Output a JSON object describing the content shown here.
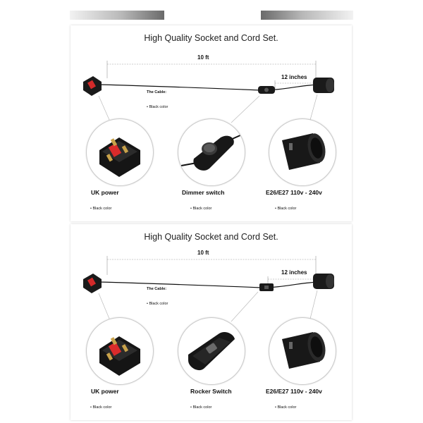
{
  "panels": [
    {
      "title": "High Quality Socket and Cord Set.",
      "length_label": "10 ft",
      "short_length_label": "12 inches",
      "cable_title": "The Cable:",
      "cable_color": "• Black color",
      "items": [
        {
          "label": "UK power",
          "sub": "• Black color",
          "icon": "uk-plug-icon"
        },
        {
          "label": "Dimmer switch",
          "sub": "• Black color",
          "icon": "dimmer-switch-icon"
        },
        {
          "label": "E26/E27 110v - 240v",
          "sub": "• Black color",
          "icon": "lamp-socket-icon"
        }
      ]
    },
    {
      "title": "High Quality Socket and Cord Set.",
      "length_label": "10 ft",
      "short_length_label": "12 inches",
      "cable_title": "The Cable:",
      "cable_color": "• Black color",
      "items": [
        {
          "label": "UK power",
          "sub": "• Black color",
          "icon": "uk-plug-icon"
        },
        {
          "label": "Rocker Switch",
          "sub": "• Black color",
          "icon": "rocker-switch-icon"
        },
        {
          "label": "E26/E27 110v - 240v",
          "sub": "• Black color",
          "icon": "lamp-socket-icon"
        }
      ]
    }
  ]
}
